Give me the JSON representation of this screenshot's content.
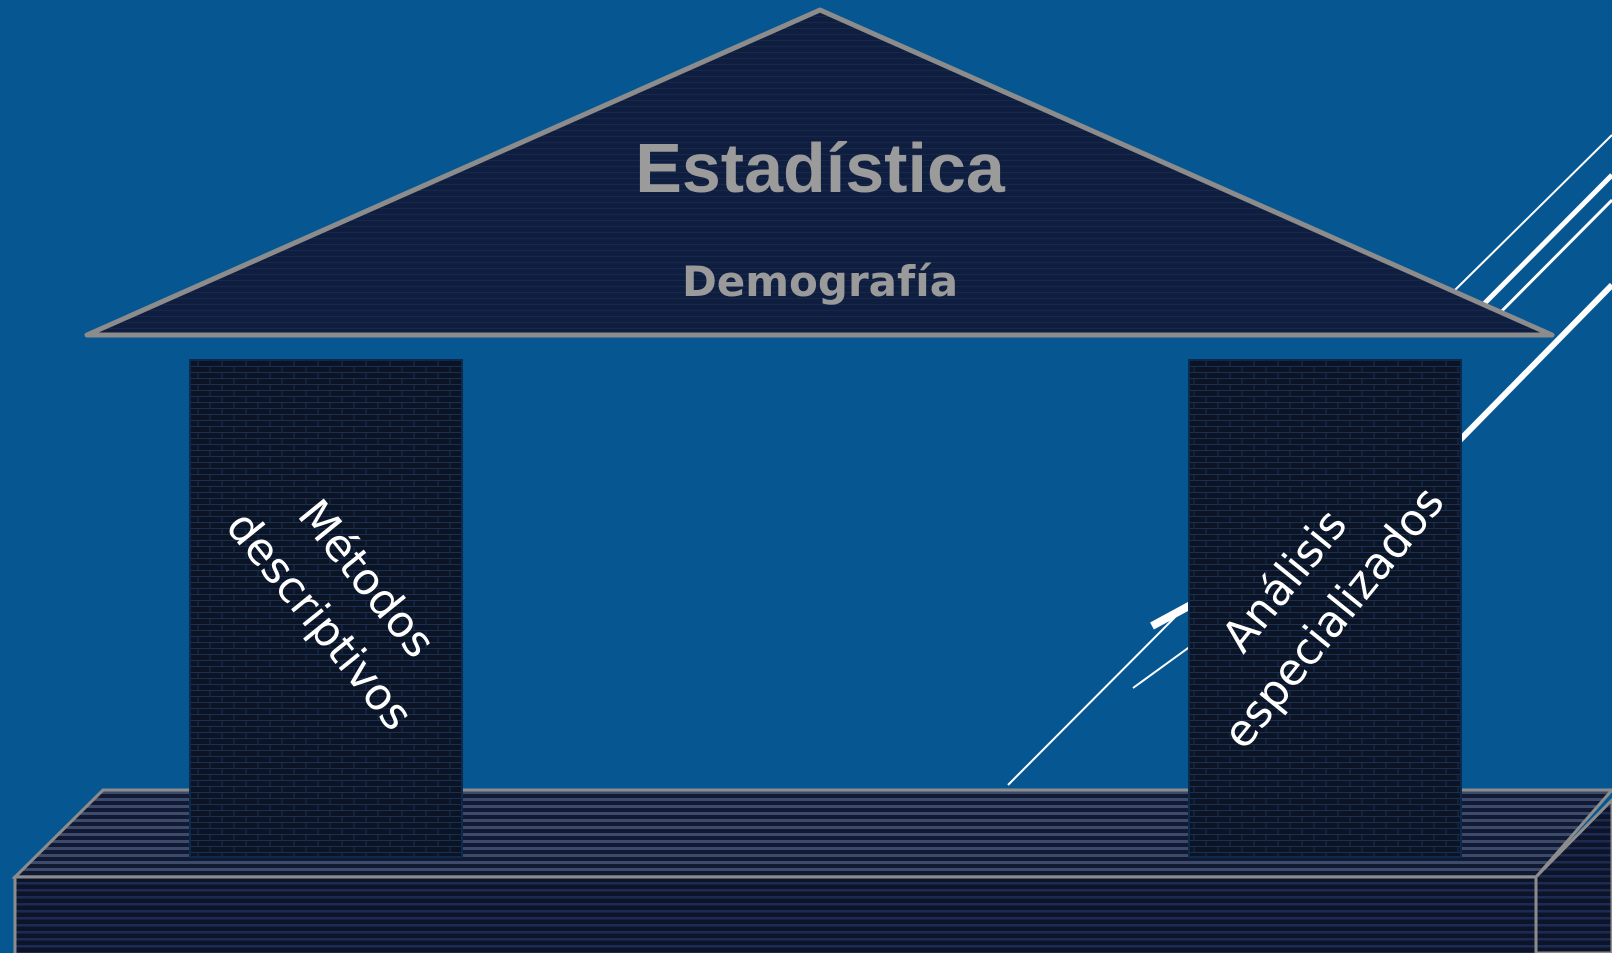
{
  "roof": {
    "title": "Estadística",
    "subtitle": "Demografía"
  },
  "pillars": {
    "left": {
      "line1": "Métodos",
      "line2": "descriptivos"
    },
    "right": {
      "line1": "Análisis",
      "line2": "especializados"
    }
  },
  "colors": {
    "background": "#065791",
    "roof_fill": "#0f1e3f",
    "outline": "#8c8c8c",
    "pillar_fill": "#0d1628",
    "text_gray": "#9b9b9b",
    "text_white": "#ffffff"
  }
}
